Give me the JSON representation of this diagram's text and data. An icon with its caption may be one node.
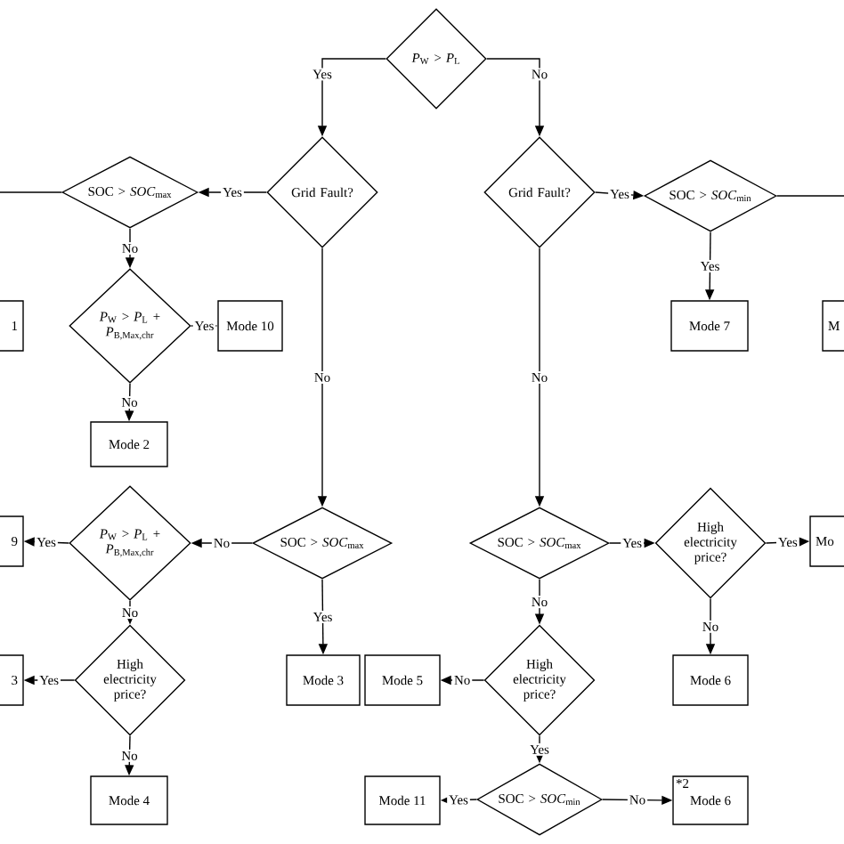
{
  "diagram": {
    "nodes": [
      {
        "text": [
          "*P*$_{W}$ > *P*$_{L}$"
        ]
      },
      {
        "text": [
          "Grid Fault?"
        ]
      },
      {
        "text": [
          "SOC > *SOC*$_{max}$"
        ]
      },
      {
        "text": [
          "*P*$_{W}$ > *P*$_{L}$ + *P*$_{B,Max,chr}$"
        ]
      },
      {
        "text": [
          "Mode 10"
        ]
      },
      {
        "text": [
          "Mode 2"
        ]
      },
      {
        "text": [
          "Grid Fault?"
        ]
      },
      {
        "text": [
          "SOC > *SOC*$_{min}$"
        ]
      },
      {
        "text": [
          "Mode 7"
        ]
      },
      {
        "text": [
          "1"
        ]
      },
      {
        "text": [
          "M"
        ]
      },
      {
        "text": [
          "SOC > *SOC*$_{max}$"
        ]
      },
      {
        "text": [
          "*P*$_{W}$ > *P*$_{L}$ + *P*$_{B,Max,chr}$"
        ]
      },
      {
        "text": [
          "9"
        ]
      },
      {
        "text": [
          "High electricity price?"
        ]
      },
      {
        "text": [
          "3"
        ]
      },
      {
        "text": [
          "Mode 4"
        ]
      },
      {
        "text": [
          "Mode 3"
        ]
      },
      {
        "text": [
          "SOC > *SOC*$_{max}$"
        ]
      },
      {
        "text": [
          "High electricity price?"
        ]
      },
      {
        "text": [
          "Mo"
        ]
      },
      {
        "text": [
          "Mode 6"
        ]
      },
      {
        "text": [
          "High electricity price?"
        ]
      },
      {
        "text": [
          "Mode 5"
        ]
      },
      {
        "text": [
          "SOC > *SOC*$_{min}$"
        ]
      },
      {
        "text": [
          "Mode 11"
        ]
      },
      {
        "text": [
          "*2",
          "Mode 6"
        ]
      }
    ],
    "edges": [
      {
        "from": 0,
        "to": 1,
        "arrow": "to",
        "label": "Yes"
      },
      {
        "from": 0,
        "to": 6,
        "arrow": "to",
        "label": "No"
      },
      {
        "from": 1,
        "to": 2,
        "arrow": "to",
        "label": "Yes"
      },
      {
        "from": 2,
        "to": null,
        "arrow": "none"
      },
      {
        "from": 2,
        "to": 3,
        "arrow": "to",
        "label": "No"
      },
      {
        "from": 3,
        "to": 4,
        "arrow": "to",
        "label": "Yes"
      },
      {
        "from": 3,
        "to": 5,
        "arrow": "to",
        "label": "No"
      },
      {
        "from": 6,
        "to": 7,
        "arrow": "to",
        "label": "Yes"
      },
      {
        "from": 7,
        "to": 8,
        "arrow": "to",
        "label": "Yes"
      },
      {
        "from": 7,
        "to": null,
        "arrow": "none"
      },
      {
        "from": 1,
        "to": 11,
        "arrow": "to",
        "label": "No"
      },
      {
        "from": 11,
        "to": 12,
        "arrow": "to",
        "label": "No"
      },
      {
        "from": 11,
        "to": 17,
        "arrow": "to",
        "label": "Yes"
      },
      {
        "from": 12,
        "to": 13,
        "arrow": "to",
        "label": "Yes"
      },
      {
        "from": 12,
        "to": 14,
        "arrow": "to",
        "label": "No"
      },
      {
        "from": 14,
        "to": 15,
        "arrow": "to",
        "label": "Yes"
      },
      {
        "from": 14,
        "to": 16,
        "arrow": "to",
        "label": "No"
      },
      {
        "from": 6,
        "to": 18,
        "arrow": "to",
        "label": "No"
      },
      {
        "from": 18,
        "to": 19,
        "arrow": "to",
        "label": "Yes"
      },
      {
        "from": 19,
        "to": 20,
        "arrow": "to",
        "label": "Yes"
      },
      {
        "from": 19,
        "to": 21,
        "arrow": "to",
        "label": "No"
      },
      {
        "from": 18,
        "to": 22,
        "arrow": "to",
        "label": "No"
      },
      {
        "from": 22,
        "to": 23,
        "arrow": "to",
        "label": "No"
      },
      {
        "from": 22,
        "to": 24,
        "arrow": "to",
        "label": "Yes"
      },
      {
        "from": 24,
        "to": 25,
        "arrow": "to",
        "label": "Yes"
      },
      {
        "from": 24,
        "to": 26,
        "arrow": "to",
        "label": "No"
      }
    ]
  }
}
